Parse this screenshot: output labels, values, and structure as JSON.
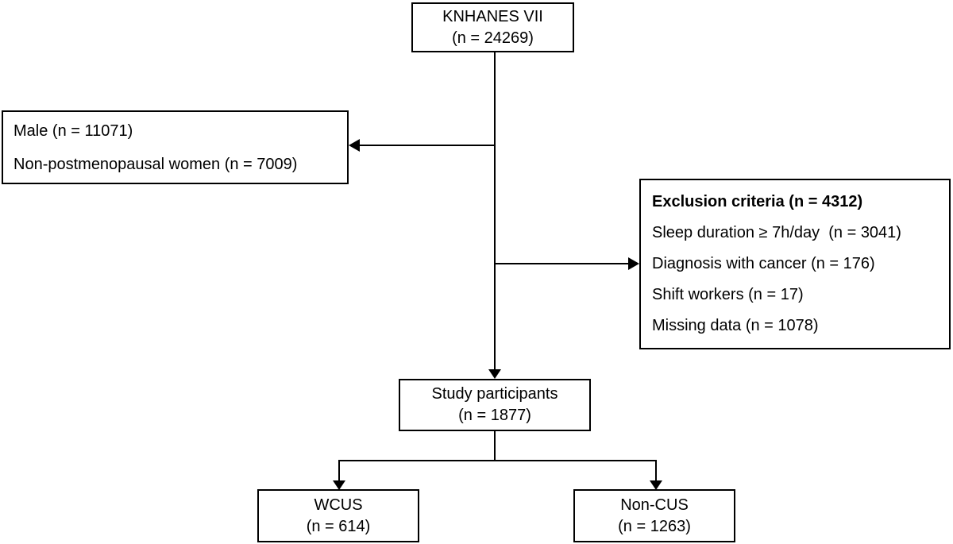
{
  "flowchart": {
    "top_box": {
      "line1": "KNHANES VII",
      "line2": "(n = 24269)"
    },
    "excluded_left_box": {
      "line1": "Male (n = 11071)",
      "line2": "Non-postmenopausal women (n = 7009)"
    },
    "exclusion_box": {
      "title": "Exclusion criteria (n = 4312)",
      "items": [
        "Sleep duration ≥ 7h/day  (n = 3041)",
        "Diagnosis with cancer (n = 176)",
        "Shift workers (n = 17)",
        "Missing data (n = 1078)"
      ]
    },
    "study_box": {
      "line1": "Study participants",
      "line2": "(n = 1877)"
    },
    "wcus_box": {
      "line1": "WCUS",
      "line2": "(n = 614)"
    },
    "noncus_box": {
      "line1": "Non-CUS",
      "line2": "(n = 1263)"
    }
  },
  "colors": {
    "line": "#000000",
    "background": "#ffffff",
    "text": "#000000"
  }
}
